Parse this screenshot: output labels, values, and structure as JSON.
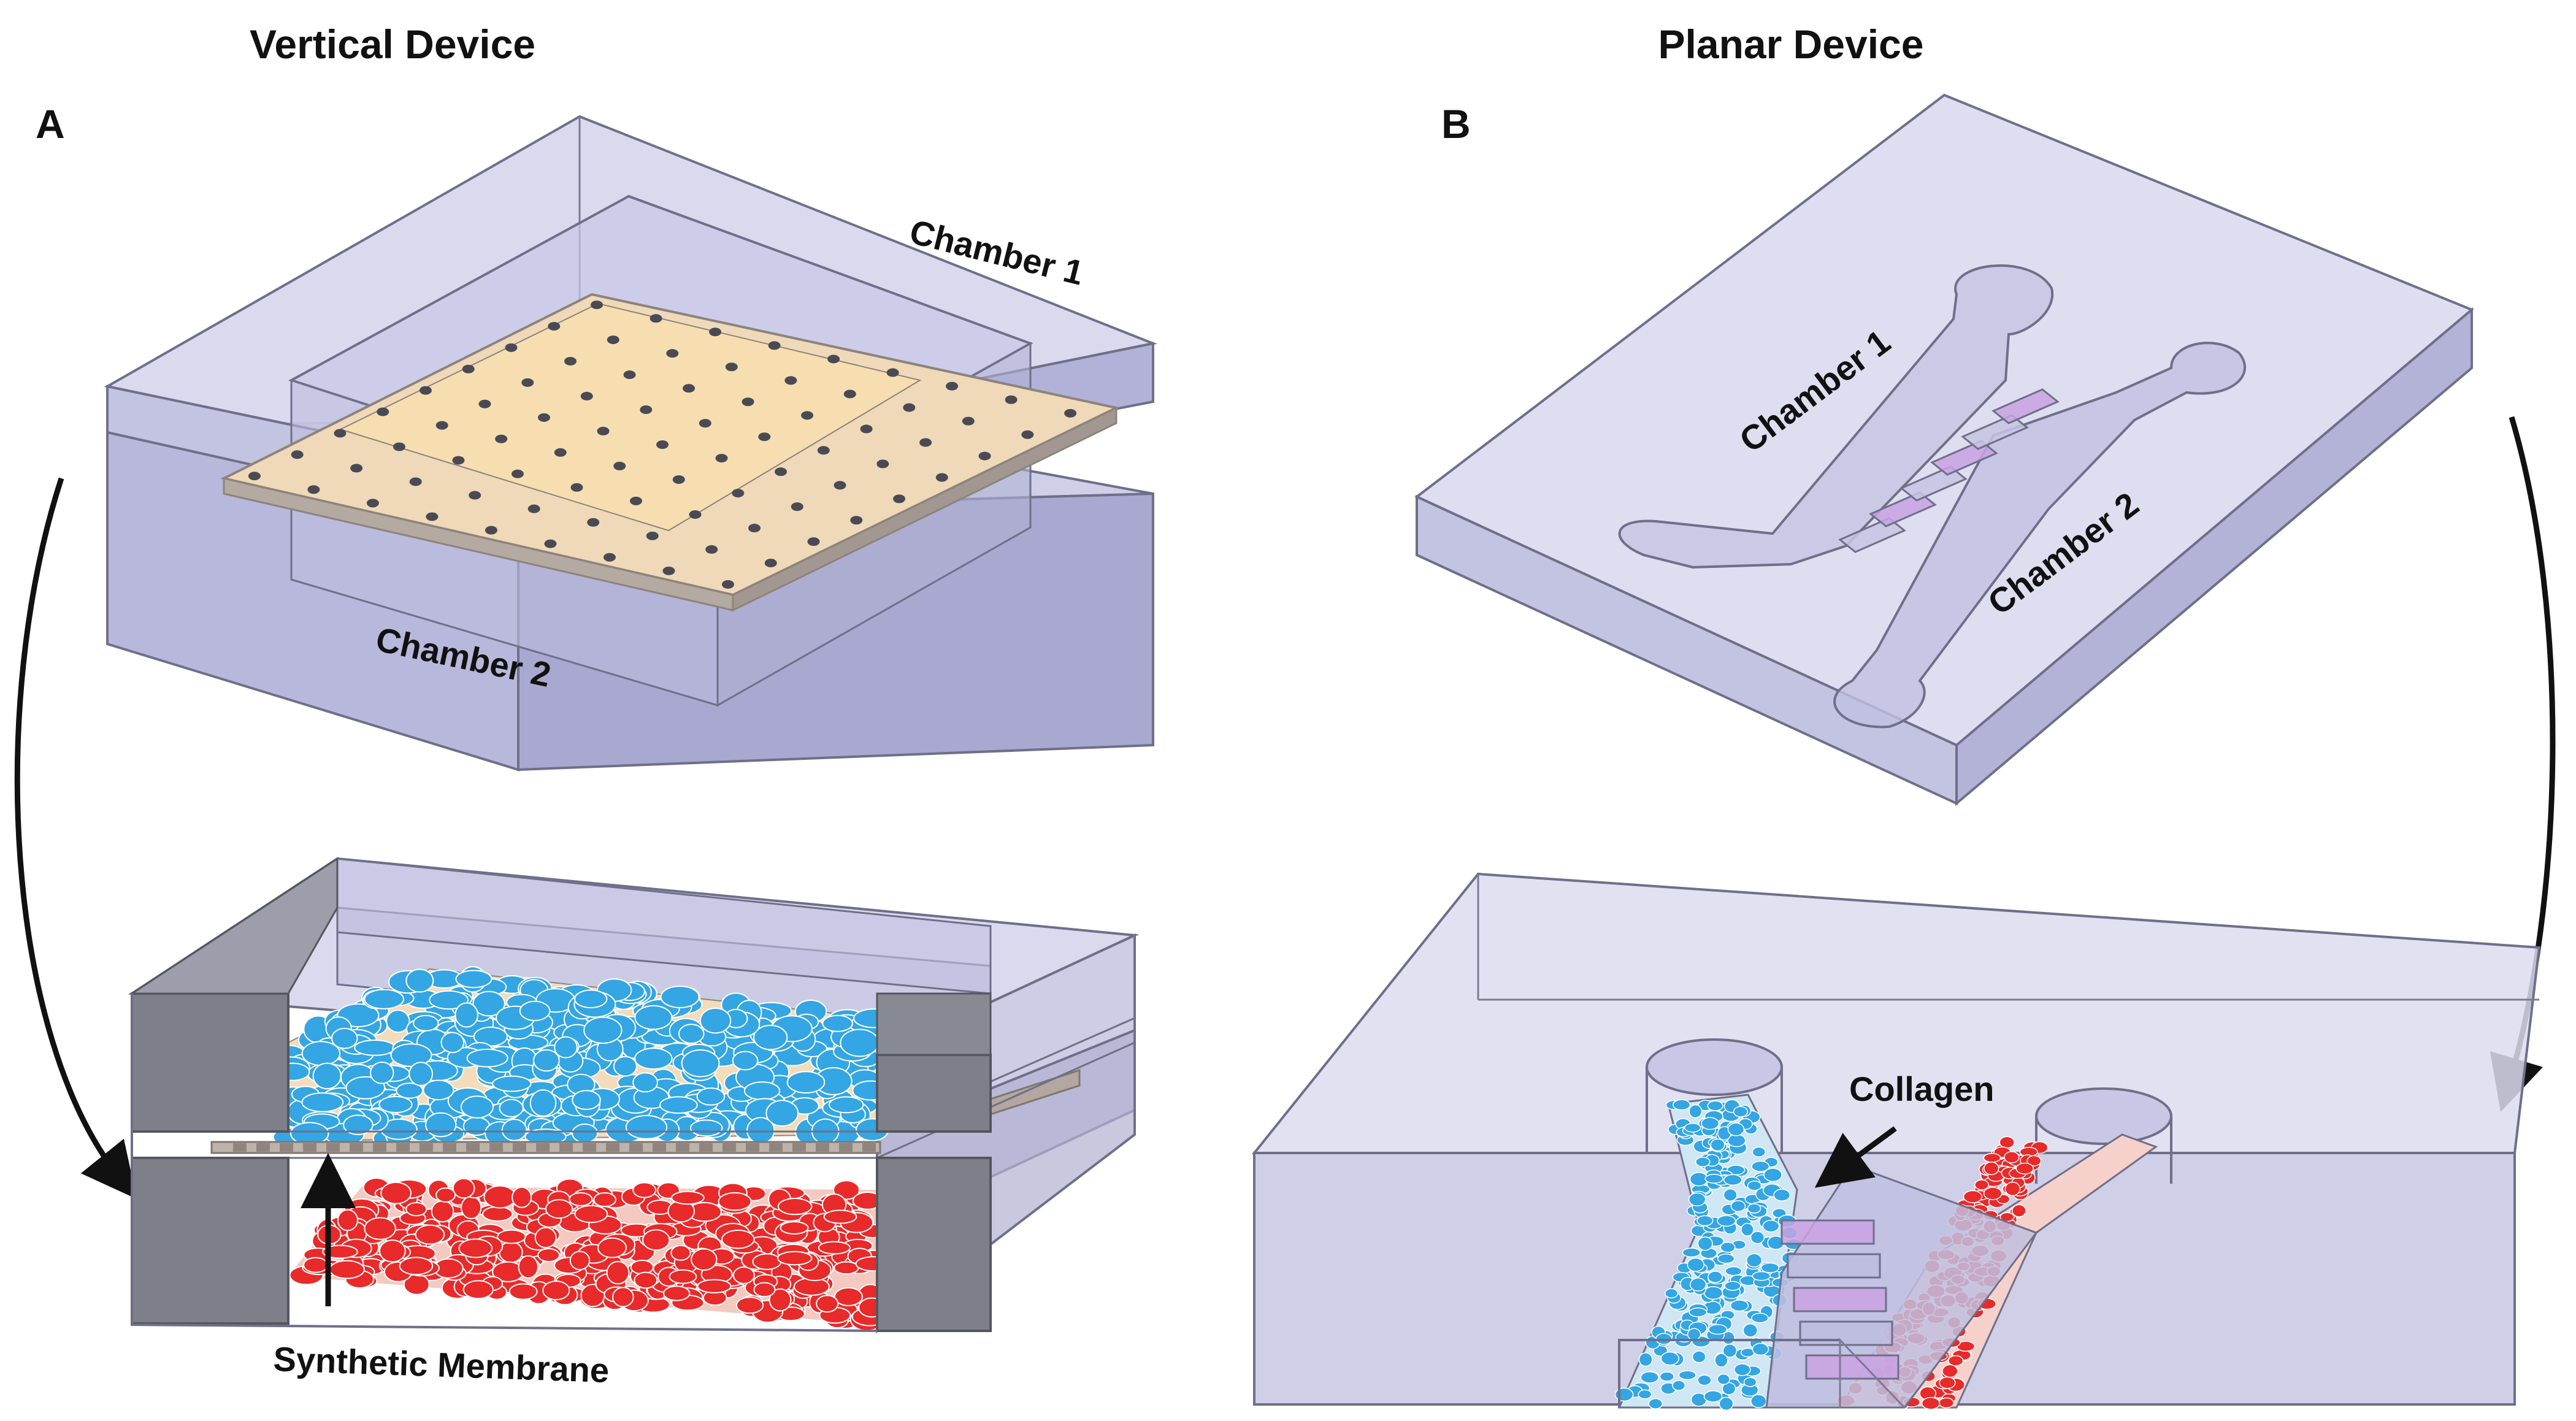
{
  "panels": {
    "left": {
      "letter": "A",
      "title": "Vertical Device",
      "chamber_top": "Chamber 1",
      "chamber_bottom": "Chamber 2",
      "membrane_label": "Synthetic Membrane"
    },
    "right": {
      "letter": "B",
      "title": "Planar Device",
      "chamber_top": "Chamber 1",
      "chamber_bottom": "Chamber 2",
      "collagen_label": "Collagen"
    }
  },
  "colors": {
    "pdms": "#c9c9e6",
    "pdms_dark": "#a9a9c9",
    "membrane_top": "#f4dcb4",
    "membrane_edge": "#a49a92",
    "grey_block": "#7e8089",
    "cells_top": "#33a6e3",
    "cells_bottom": "#e82a2a",
    "collagen": "#c9a2e3"
  }
}
